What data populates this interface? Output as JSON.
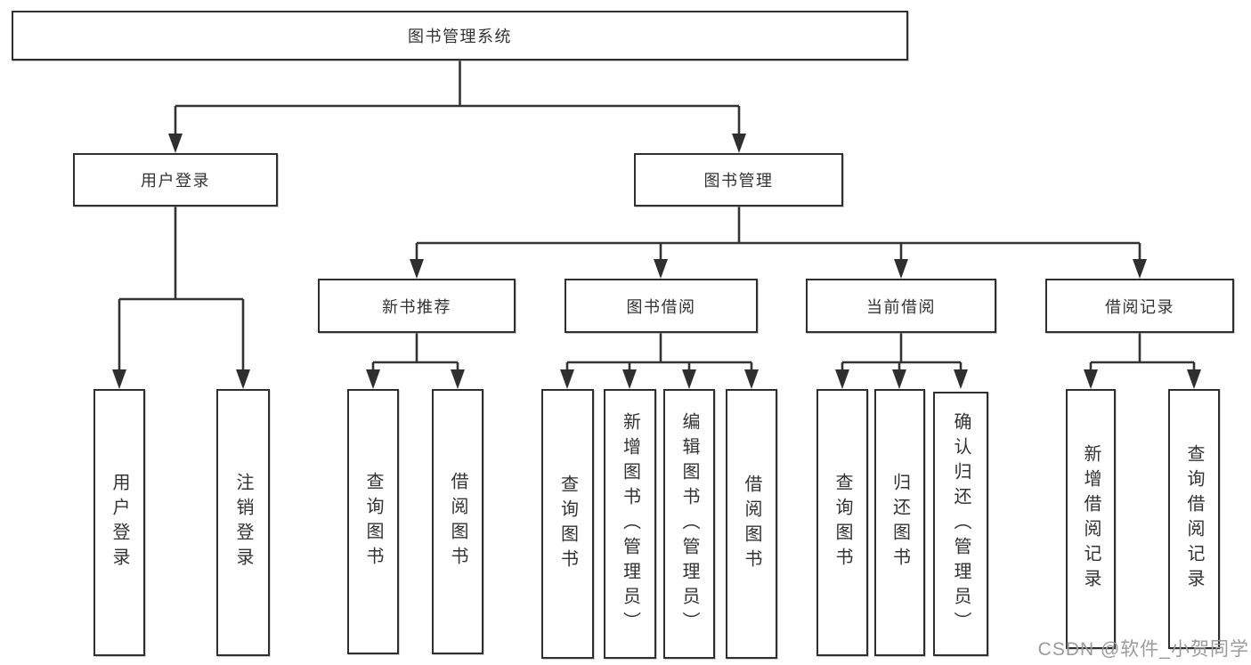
{
  "diagram": {
    "title": "图书管理系统",
    "level2": {
      "user_login": "用户登录",
      "book_mgmt": "图书管理"
    },
    "level3": {
      "new_book": "新书推荐",
      "book_borrow": "图书借阅",
      "current_borrow": "当前借阅",
      "borrow_record": "借阅记录"
    },
    "leaves": {
      "user_login": [
        "用户登录",
        "注销登录"
      ],
      "new_book": [
        "查询图书",
        "借阅图书"
      ],
      "book_borrow": [
        "查询图书",
        "新增图书（管理员）",
        "编辑图书（管理员）",
        "借阅图书"
      ],
      "current_borrow": [
        "查询图书",
        "归还图书",
        "确认归还（管理员）"
      ],
      "borrow_record": [
        "新增借阅记录",
        "查询借阅记录"
      ]
    },
    "watermark": "CSDN @软件_小贺同学",
    "colors": {
      "line": "#333333",
      "border": "#2f2f2f",
      "text": "#333333",
      "watermark": "#9b9b9b",
      "background": "#ffffff"
    }
  }
}
